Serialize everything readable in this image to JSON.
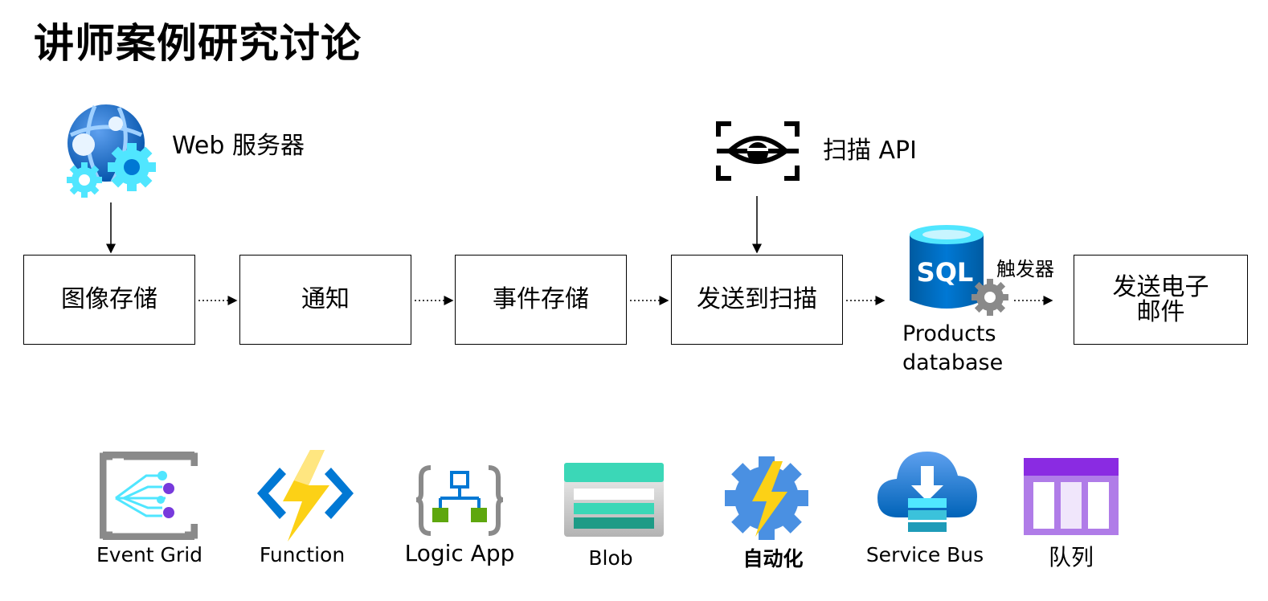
{
  "title": "讲师案例研究讨论",
  "top": {
    "web_server_label": "Web 服务器",
    "scan_api_label": "扫描 API"
  },
  "flow": {
    "boxes": [
      "图像存储",
      "通知",
      "事件存储",
      "发送到扫描"
    ],
    "database_icon_text": "SQL",
    "database_label_line1": "Products",
    "database_label_line2": "database",
    "trigger_label": "触发器",
    "email_box_line1": "发送电子",
    "email_box_line2": "邮件"
  },
  "services": [
    {
      "label": "Event Grid",
      "icon": "event-grid-icon"
    },
    {
      "label": "Function",
      "icon": "function-icon"
    },
    {
      "label": "Logic App",
      "icon": "logic-app-icon"
    },
    {
      "label": "Blob",
      "icon": "blob-icon"
    },
    {
      "label": "自动化",
      "icon": "automation-icon"
    },
    {
      "label": "Service Bus",
      "icon": "service-bus-icon"
    },
    {
      "label": "队列",
      "icon": "queue-icon"
    }
  ],
  "colors": {
    "azure_blue": "#0078d4",
    "cyan": "#50e6ff",
    "lightning": "#fcd116",
    "purple": "#773adc",
    "teal": "#3bd7b7",
    "green": "#5ea70e"
  }
}
